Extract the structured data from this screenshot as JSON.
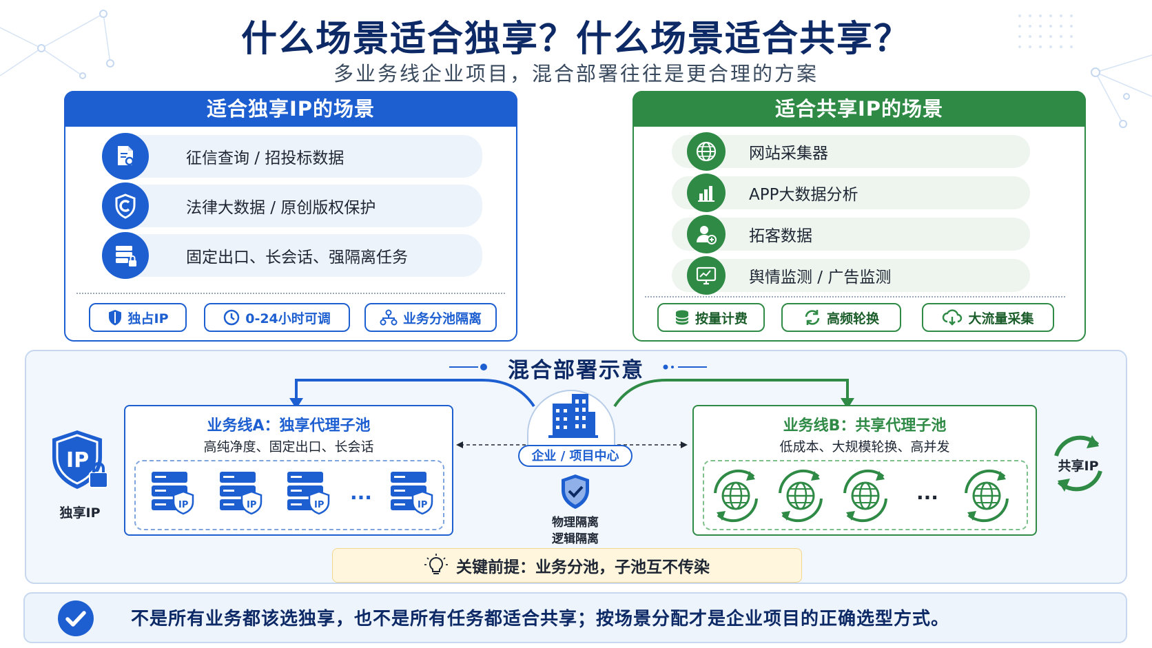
{
  "title": "什么场景适合独享？什么场景适合共享？",
  "subtitle": "多业务线企业项目，混合部署往往是更合理的方案",
  "dedicated_panel": {
    "header": "适合独享IP的场景",
    "items": [
      {
        "label": "征信查询 / 招投标数据",
        "icon": "document-search-icon"
      },
      {
        "label": "法律大数据 / 原创版权保护",
        "icon": "copyright-shield-icon"
      },
      {
        "label": "固定出口、长会话、强隔离任务",
        "icon": "server-lock-icon"
      }
    ],
    "tags": [
      {
        "label": "独占IP",
        "icon": "shield-icon"
      },
      {
        "label": "0-24小时可调",
        "icon": "clock-icon"
      },
      {
        "label": "业务分池隔离",
        "icon": "network-icon"
      }
    ]
  },
  "shared_panel": {
    "header": "适合共享IP的场景",
    "items": [
      {
        "label": "网站采集器",
        "icon": "globe-icon"
      },
      {
        "label": "APP大数据分析",
        "icon": "bar-chart-icon"
      },
      {
        "label": "拓客数据",
        "icon": "user-add-icon"
      },
      {
        "label": "舆情监测 / 广告监测",
        "icon": "monitor-icon"
      }
    ],
    "tags": [
      {
        "label": "按量计费",
        "icon": "database-icon"
      },
      {
        "label": "高频轮换",
        "icon": "refresh-icon"
      },
      {
        "label": "大流量采集",
        "icon": "cloud-icon"
      }
    ]
  },
  "mix": {
    "title": "混合部署示意",
    "center_label": "企业 / 项目中心",
    "isolation": [
      "物理隔离",
      "逻辑隔离"
    ],
    "dedicated_side_label": "独享IP",
    "shared_side_label": "共享IP",
    "line_a": {
      "title": "业务线A：独享代理子池",
      "desc": "高纯净度、固定出口、长会话",
      "icon_label": "IP",
      "ellipsis": "···"
    },
    "line_b": {
      "title": "业务线B：共享代理子池",
      "desc": "低成本、大规模轮换、高并发",
      "ellipsis": "···"
    },
    "premise": "关键前提：业务分池，子池互不传染"
  },
  "conclusion": "不是所有业务都该选独享，也不是所有任务都适合共享；按场景分配才是企业项目的正确选型方式。",
  "colors": {
    "blue": "#1d5fd0",
    "green": "#2e8a45",
    "navy": "#0d2a66"
  }
}
